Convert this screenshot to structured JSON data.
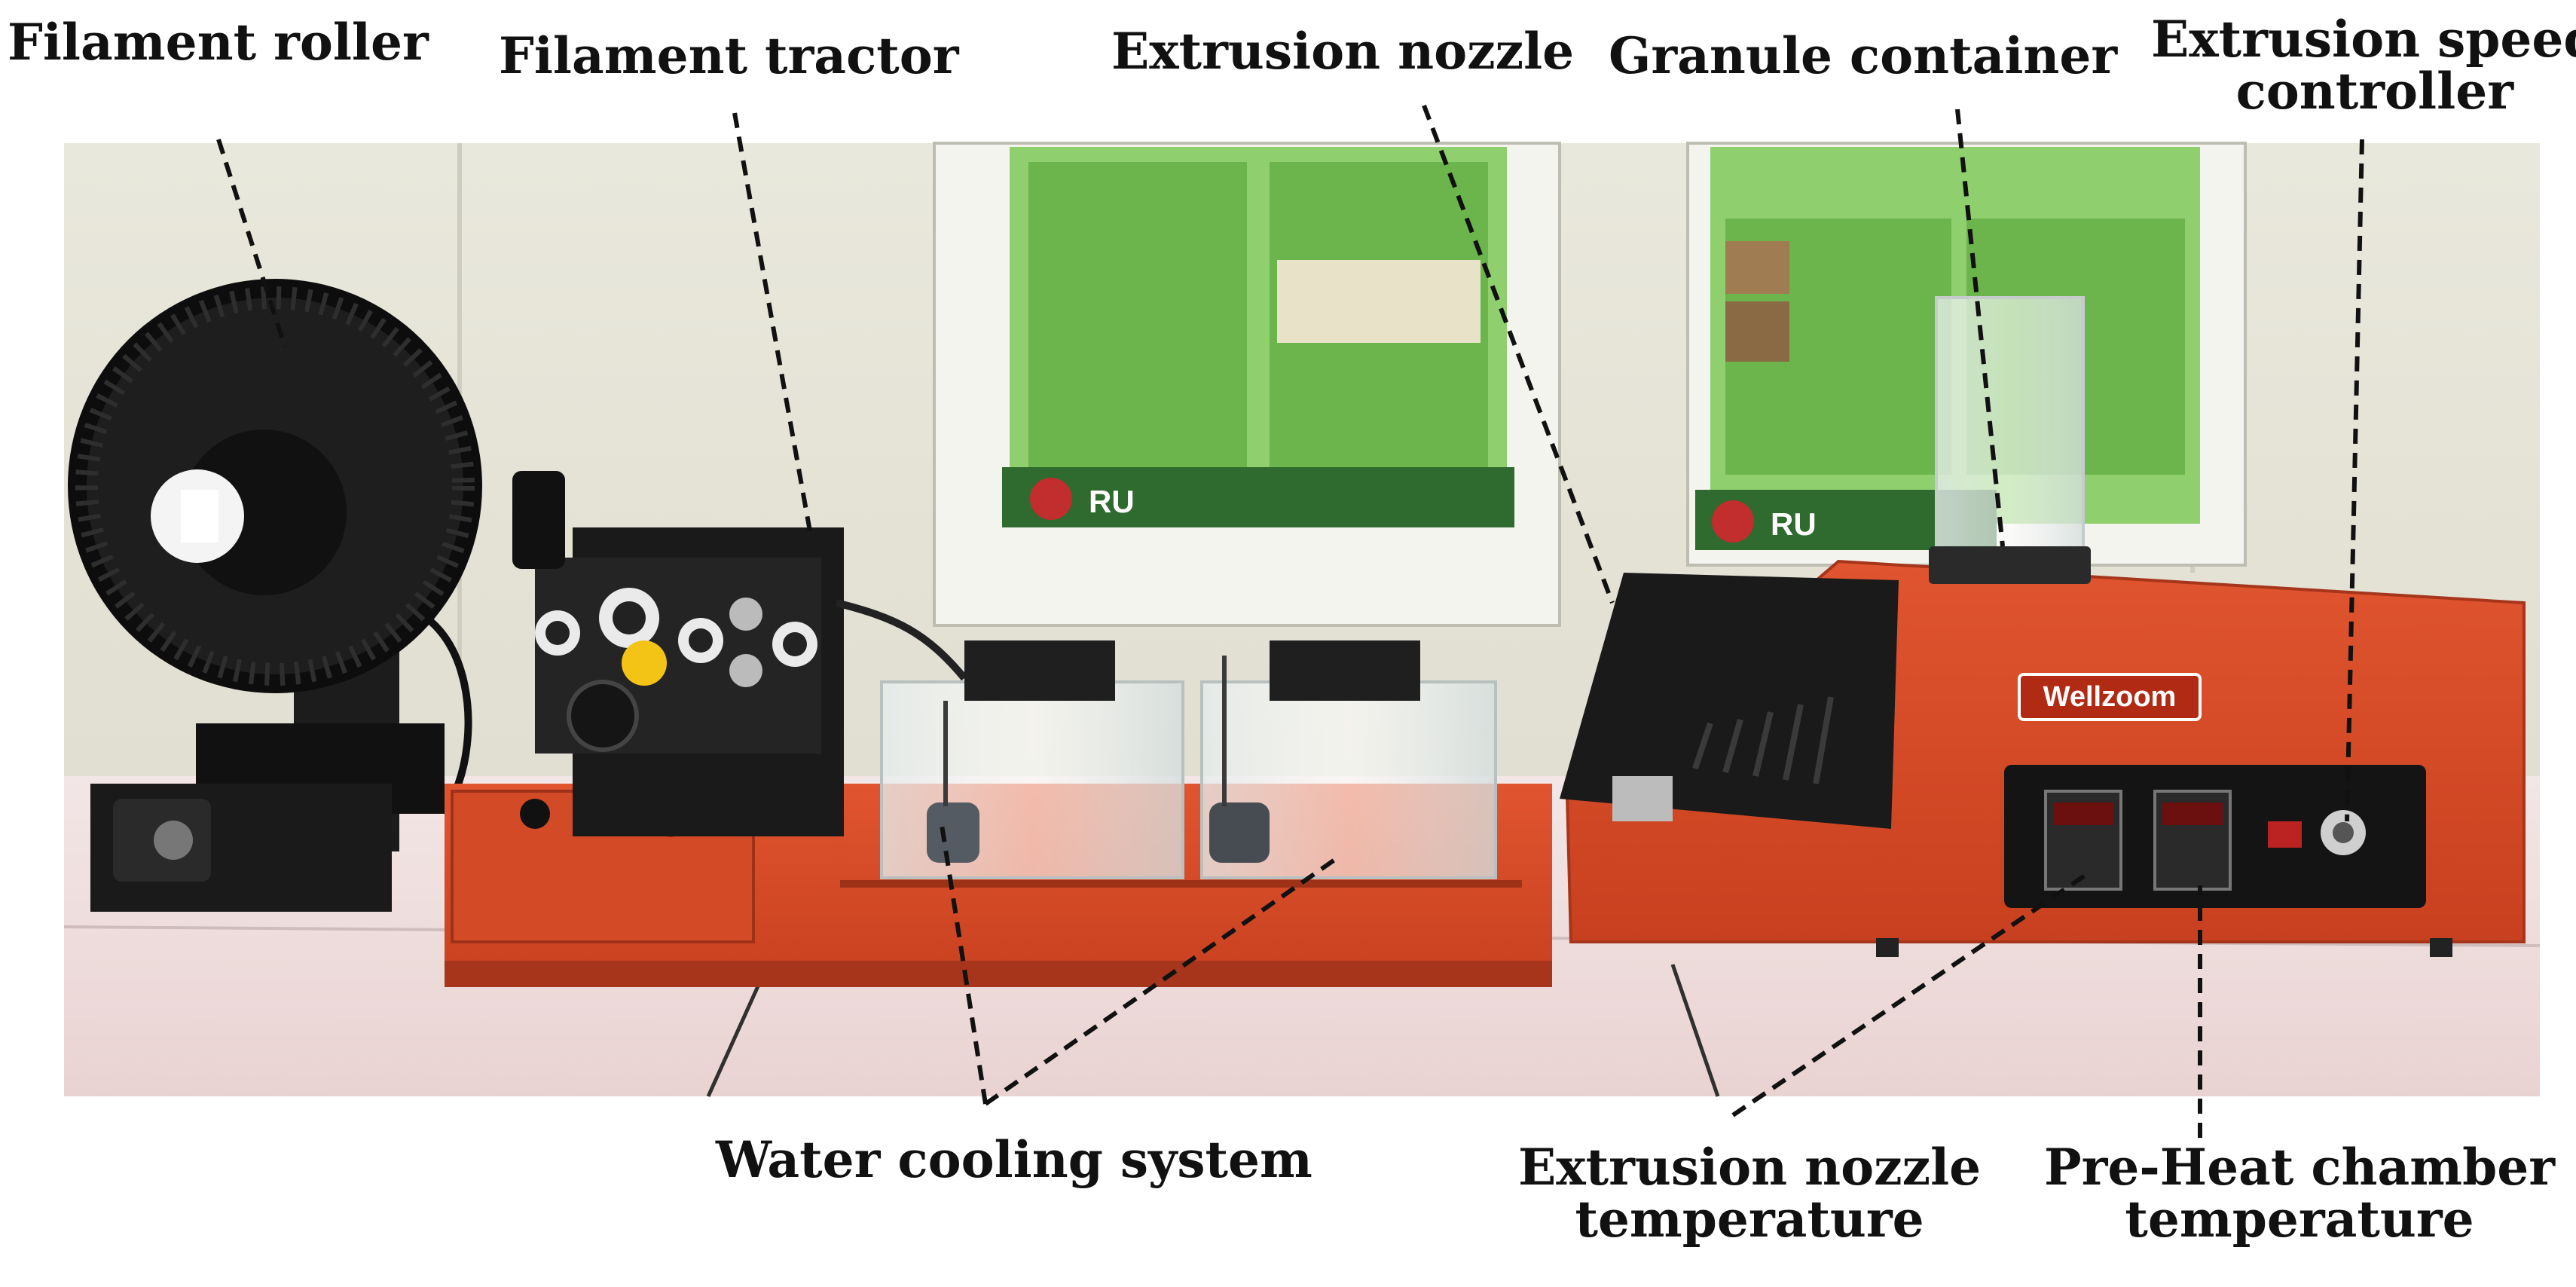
{
  "labels": {
    "filament_roller": "Filament roller",
    "filament_tractor": "Filament tractor",
    "extrusion_nozzle": "Extrusion nozzle",
    "granule_container": "Granule container",
    "extrusion_speed_line1": "Extrusion speed",
    "extrusion_speed_line2": "controller",
    "water_cooling": "Water cooling system",
    "nozzle_temp_line1": "Extrusion nozzle",
    "nozzle_temp_line2": "temperature",
    "preheat_line1": "Pre-Heat chamber",
    "preheat_line2": "temperature"
  },
  "machine": {
    "brand": "Wellzoom",
    "poster_logo_left": "RU",
    "poster_logo_right": "RU"
  }
}
